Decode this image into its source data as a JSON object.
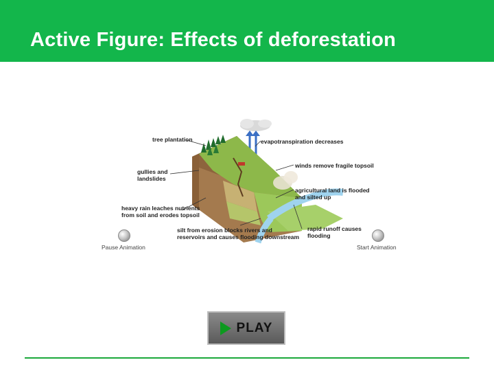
{
  "slide": {
    "title": "Active Figure: Effects of deforestation"
  },
  "figure": {
    "labels": {
      "tree_plantation": "tree plantation",
      "evapotranspiration": "evapotranspiration decreases",
      "gullies": "gullies and\nlandslides",
      "winds": "winds remove fragile topsoil",
      "agricultural": "agricultural land is flooded\nand silted up",
      "heavy_rain": "heavy rain leaches nutrients\nfrom soil and erodes topsoil",
      "silt": "silt from erosion blocks rivers and\nreservoirs and causes flooding downstream",
      "runoff": "rapid runoff causes\nflooding"
    },
    "controls": {
      "pause_label": "Pause Animation",
      "start_label": "Start Animation"
    }
  },
  "play_button": {
    "label": "PLAY"
  },
  "colors": {
    "header": "#13b64b",
    "rule": "#1aa83a",
    "play_triangle": "#0c9a1f"
  }
}
